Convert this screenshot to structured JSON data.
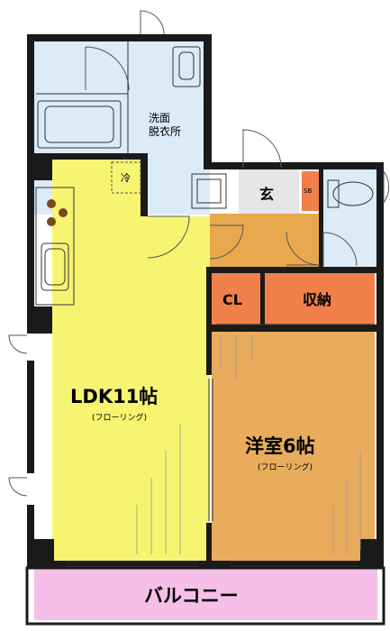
{
  "rooms": {
    "ldk": {
      "label": "LDK11帖",
      "sub": "(フローリング)"
    },
    "western": {
      "label": "洋室6帖",
      "sub": "(フローリング)"
    },
    "washroom": {
      "line1": "洗面",
      "line2": "脱衣所"
    },
    "entrance": {
      "label": "玄"
    },
    "sb": {
      "label": "SB"
    },
    "closet": {
      "label": "CL"
    },
    "storage": {
      "label": "収納"
    },
    "fridge": {
      "label": "冷"
    },
    "balcony": {
      "label": "バルコニー"
    }
  },
  "colors": {
    "ldk": "#f7f471",
    "western": "#e9ac5d",
    "entrance_hall": "#e8a84e",
    "storage": "#f07f49",
    "water": "#dbebf7",
    "balcony": "#f6bfe7",
    "wall": "#1a1a1a"
  }
}
